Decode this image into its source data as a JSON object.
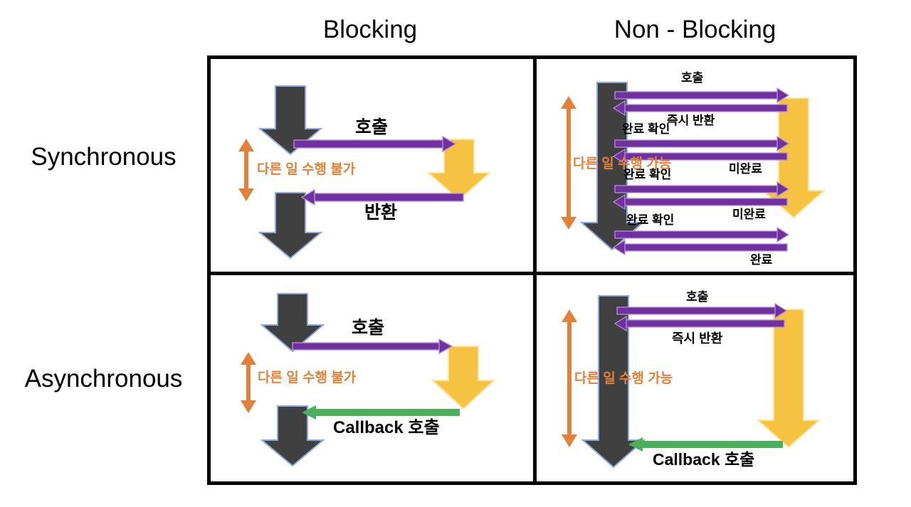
{
  "columns": {
    "blocking": "Blocking",
    "non_blocking": "Non - Blocking"
  },
  "rows": {
    "synchronous": "Synchronous",
    "asynchronous": "Asynchronous"
  },
  "colors": {
    "caller_arrow": "#404040",
    "caller_arrow_border": "#8EA9DB",
    "callee_arrow": "#F5C242",
    "callee_arrow_border": "#FFE5A0",
    "request_arrow": "#7030A0",
    "request_arrow_border": "#B58FD6",
    "callback_arrow": "#4CAF5C",
    "note_text": "#E2823A",
    "frame": "#000000",
    "background": "#FFFFFF"
  },
  "quadrants": {
    "sync_blocking": {
      "name": "Synchronous Blocking",
      "messages": [
        {
          "id": "call",
          "label": "호출",
          "direction": "right"
        },
        {
          "id": "return",
          "label": "반환",
          "direction": "left"
        }
      ],
      "note": "다른 일 수행 불가"
    },
    "sync_nonblocking": {
      "name": "Synchronous Non-Blocking",
      "messages": [
        {
          "id": "call-1",
          "label": "호출",
          "direction": "right"
        },
        {
          "id": "return-1",
          "label": "즉시 반환",
          "direction": "left"
        },
        {
          "id": "poll-1",
          "label": "완료 확인",
          "direction": "right"
        },
        {
          "id": "incomplete-1",
          "label": "미완료",
          "direction": "left"
        },
        {
          "id": "poll-2",
          "label": "완료 확인",
          "direction": "right"
        },
        {
          "id": "incomplete-2",
          "label": "미완료",
          "direction": "left"
        },
        {
          "id": "poll-3",
          "label": "완료 확인",
          "direction": "right"
        },
        {
          "id": "complete",
          "label": "완료",
          "direction": "left"
        }
      ],
      "note": "다른 일 수행 가능"
    },
    "async_blocking": {
      "name": "Asynchronous Blocking",
      "messages": [
        {
          "id": "call",
          "label": "호출",
          "direction": "right"
        },
        {
          "id": "callback",
          "label": "Callback 호출",
          "direction": "left"
        }
      ],
      "note": "다른 일 수행 불가"
    },
    "async_nonblocking": {
      "name": "Asynchronous Non-Blocking",
      "messages": [
        {
          "id": "call",
          "label": "호출",
          "direction": "right"
        },
        {
          "id": "return",
          "label": "즉시 반환",
          "direction": "left"
        },
        {
          "id": "callback",
          "label": "Callback 호출",
          "direction": "left"
        }
      ],
      "note": "다른 일 수행 가능"
    }
  }
}
